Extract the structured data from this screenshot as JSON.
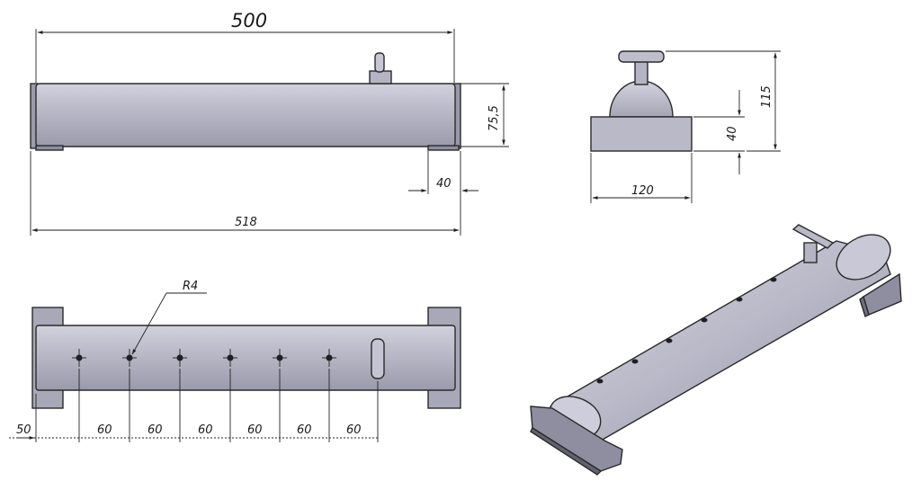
{
  "colors": {
    "metal": "#b7b7c6",
    "metal_light": "#cfcfdc",
    "metal_dark": "#8a8a9c",
    "outline": "#2a2a2a",
    "hole": "#1e1e24"
  },
  "dimensions": {
    "length_500": "500",
    "length_518": "518",
    "height_75_5": "75,5",
    "width_40": "40",
    "width_120": "120",
    "height_40": "40",
    "height_115": "115",
    "radius_r4": "R4",
    "offset_50": "50",
    "spacing": [
      "60",
      "60",
      "60",
      "60",
      "60",
      "60"
    ]
  }
}
